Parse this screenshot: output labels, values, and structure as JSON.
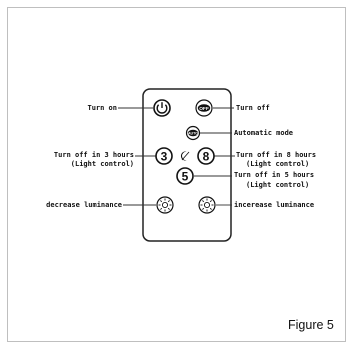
{
  "labels": {
    "turn_on": "Turn on",
    "turn_off": "Turn off",
    "automatic_mode": "Automatic mode",
    "off_3h_line1": "Turn off in 3 hours",
    "off_3h_line2": "(Light control)",
    "off_8h_line1": "Turn off in 8 hours",
    "off_8h_line2": "(Light control)",
    "off_5h_line1": "Turn off in 5 hours",
    "off_5h_line2": "(Light control)",
    "decrease": "decrease luminance",
    "increase": "incerease luminance"
  },
  "buttons": {
    "off_text": "OFF",
    "auto_text": "AUTO",
    "three": "3",
    "eight": "8",
    "five": "5"
  },
  "caption": "Figure 5"
}
